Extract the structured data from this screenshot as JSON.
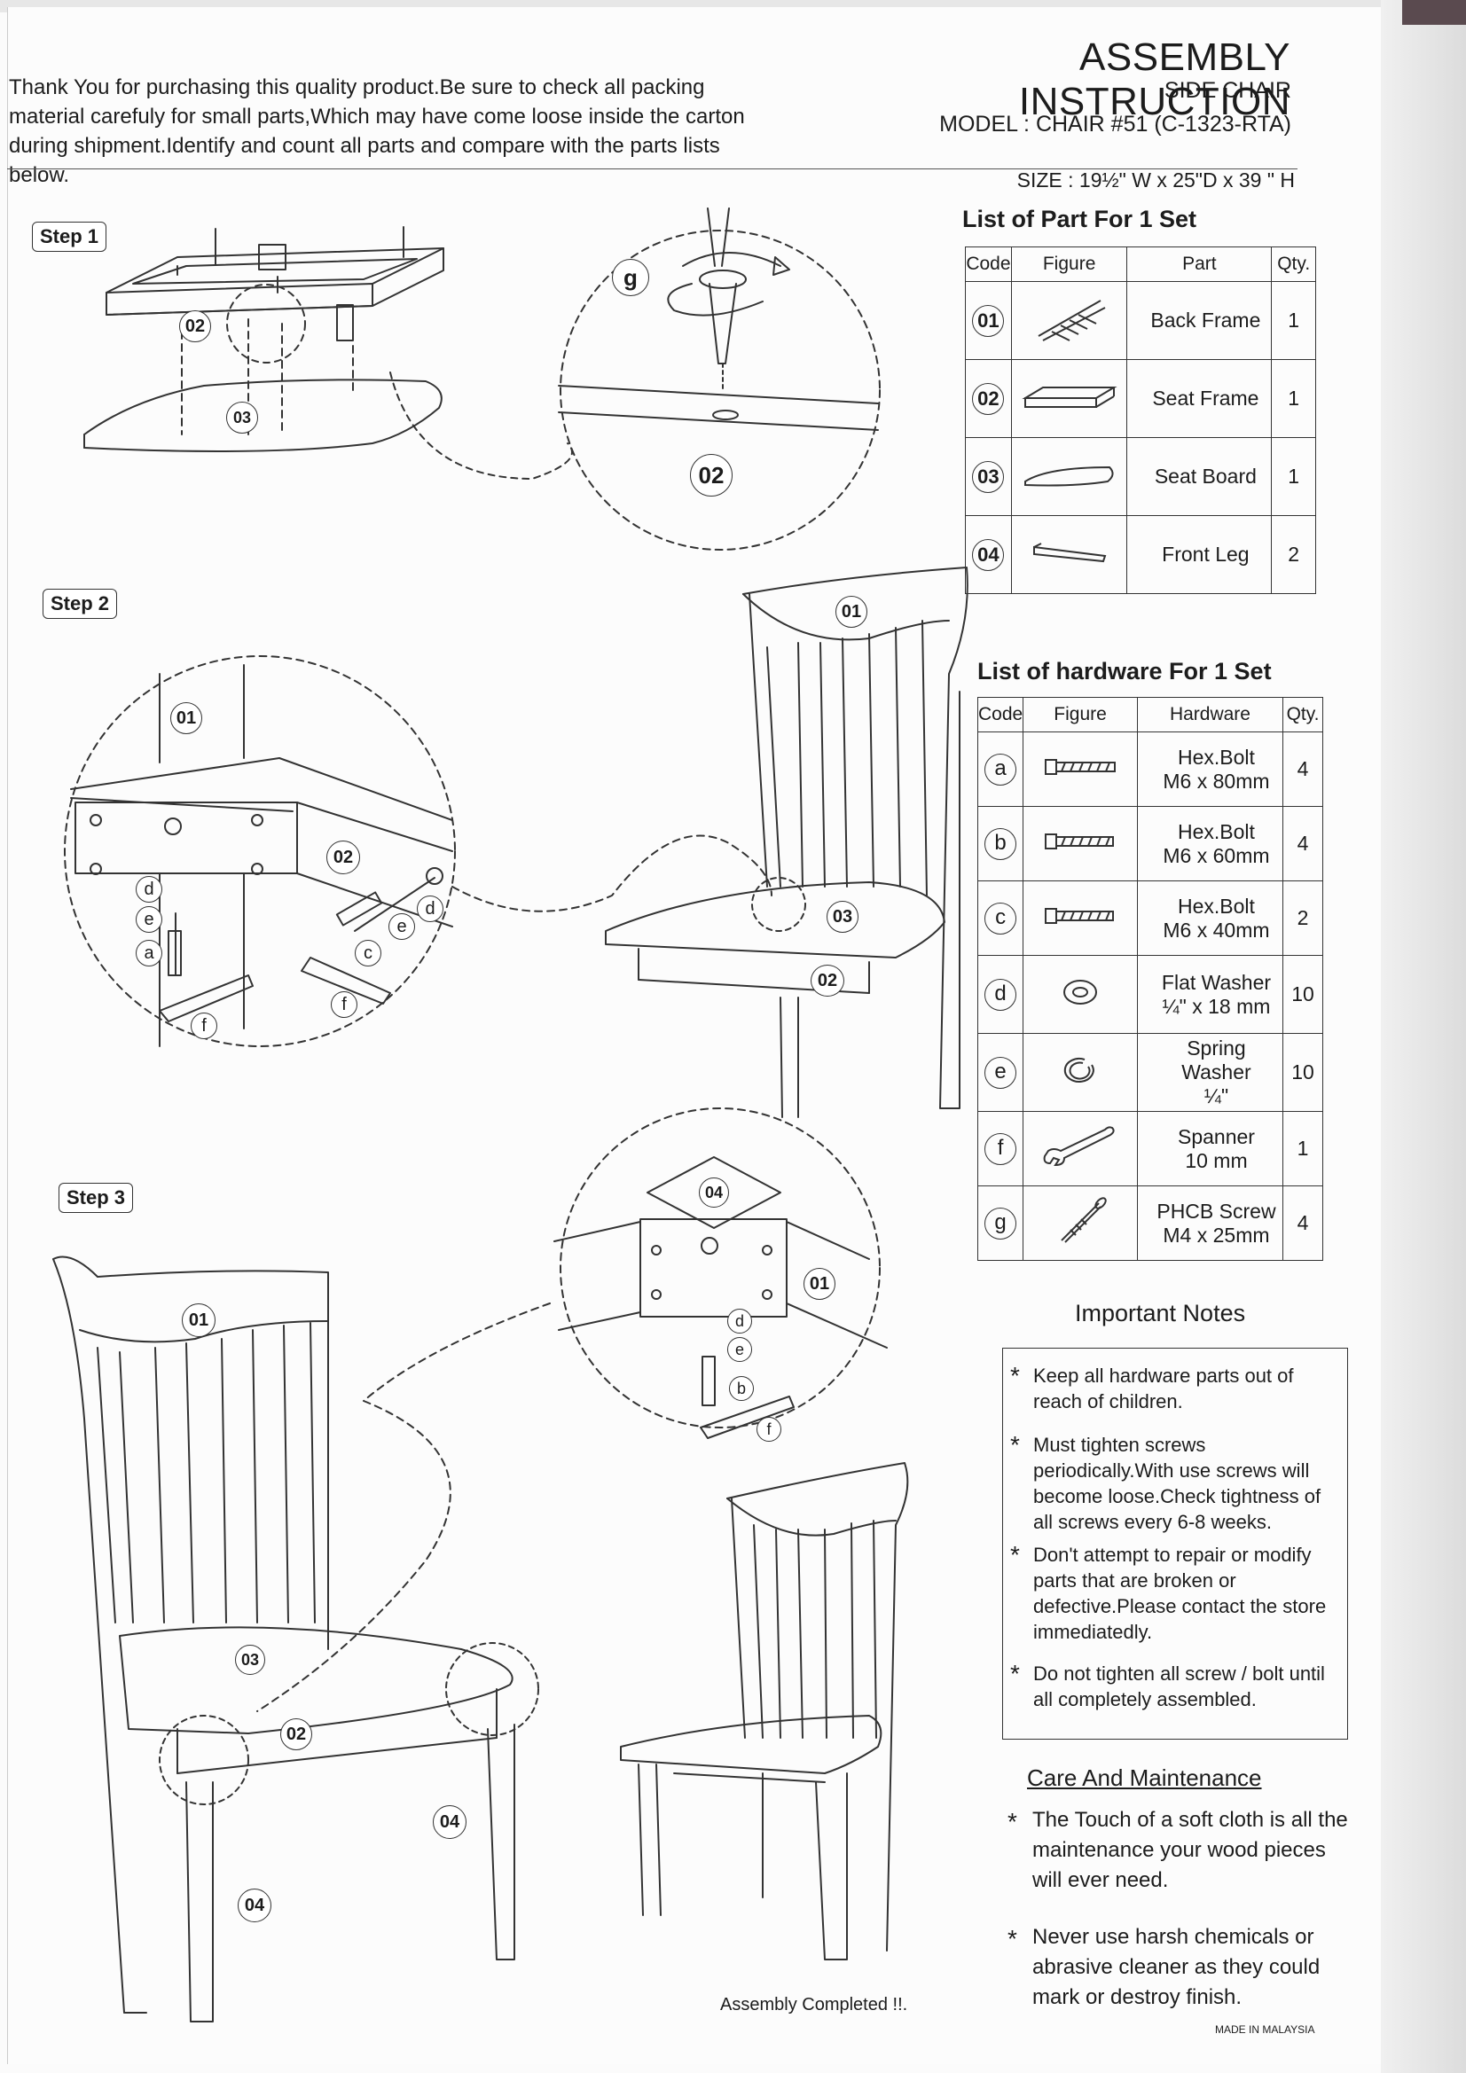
{
  "header": {
    "intro_line_1": "Thank You for purchasing this quality product.Be sure to check all packing",
    "intro_line_2": "material carefuly for small parts,Which may have come loose inside the carton",
    "intro_line_3": "during shipment.Identify and count all parts and compare with the parts lists below.",
    "title": "ASSEMBLY INSTRUCTION",
    "subtitle": "SIDE CHAIR",
    "model": "MODEL : CHAIR #51 (C-1323-RTA)",
    "size": "SIZE : 19½\" W x 25\"D x 39 \" H"
  },
  "steps": {
    "step1": "Step 1",
    "step2": "Step 2",
    "step3": "Step 3",
    "completed": "Assembly Completed !!."
  },
  "parts_list": {
    "title": "List of Part For 1 Set",
    "headers": {
      "code": "Code",
      "figure": "Figure",
      "part": "Part",
      "qty": "Qty."
    },
    "rows": [
      {
        "code": "01",
        "part": "Back Frame",
        "qty": "1"
      },
      {
        "code": "02",
        "part": "Seat Frame",
        "qty": "1"
      },
      {
        "code": "03",
        "part": "Seat Board",
        "qty": "1"
      },
      {
        "code": "04",
        "part": "Front Leg",
        "qty": "2"
      }
    ]
  },
  "hardware_list": {
    "title": "List of hardware For 1 Set",
    "headers": {
      "code": "Code",
      "figure": "Figure",
      "hardware": "Hardware",
      "qty": "Qty."
    },
    "rows": [
      {
        "code": "a",
        "line1": "Hex.Bolt",
        "line2": "M6 x 80mm",
        "qty": "4"
      },
      {
        "code": "b",
        "line1": "Hex.Bolt",
        "line2": "M6 x 60mm",
        "qty": "4"
      },
      {
        "code": "c",
        "line1": "Hex.Bolt",
        "line2": "M6 x 40mm",
        "qty": "2"
      },
      {
        "code": "d",
        "line1": "Flat Washer",
        "line2": "¼\" x 18 mm",
        "qty": "10"
      },
      {
        "code": "e",
        "line1": "Spring Washer",
        "line2": "¼\"",
        "qty": "10"
      },
      {
        "code": "f",
        "line1": "Spanner",
        "line2": "10 mm",
        "qty": "1"
      },
      {
        "code": "g",
        "line1": "PHCB Screw",
        "line2": "M4 x 25mm",
        "qty": "4"
      }
    ]
  },
  "important_notes": {
    "title": "Important Notes",
    "notes": [
      "Keep all hardware parts out of reach of children.",
      "Must tighten screws periodically.With use screws will become loose.Check tightness of all screws every 6-8 weeks.",
      "Don't attempt to repair or modify parts that are broken or defective.Please contact the store immediatedly.",
      "Do not tighten all screw / bolt until all completely  assembled."
    ]
  },
  "care": {
    "title": "Care And Maintenance",
    "items": [
      "The  Touch of a soft cloth is all the maintenance your wood pieces will ever need.",
      "Never use harsh chemicals or abrasive cleaner as they could mark or destroy finish."
    ]
  },
  "footer": {
    "made_in": "MADE IN MALAYSIA"
  },
  "diagram_labels": {
    "p01": "01",
    "p02": "02",
    "p03": "03",
    "p04": "04",
    "a": "a",
    "b": "b",
    "c": "c",
    "d": "d",
    "e": "e",
    "f": "f",
    "g": "g"
  }
}
